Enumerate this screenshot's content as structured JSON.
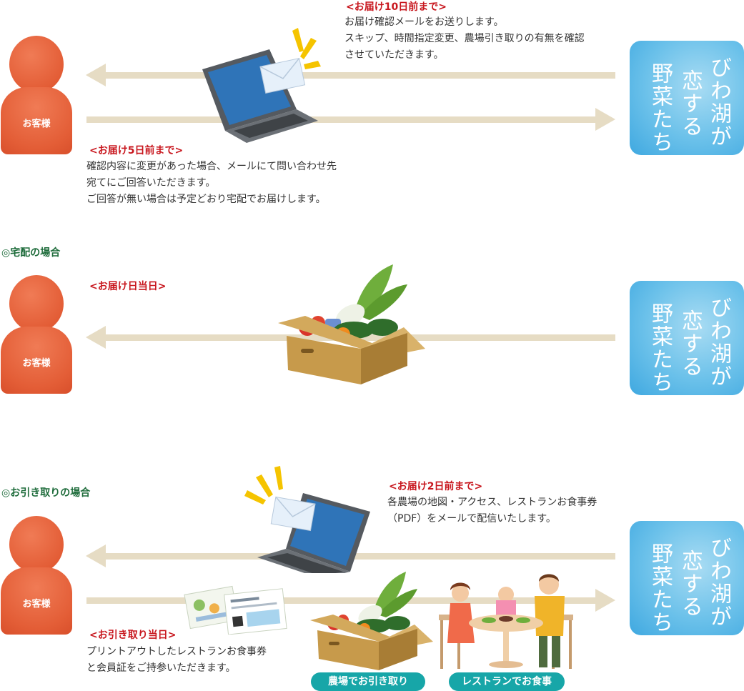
{
  "customer_label": "お客様",
  "brand": {
    "column_right": "びわ湖が",
    "column_middle": "恋する",
    "column_left": "野菜たち"
  },
  "section1": {
    "notice_10days": {
      "heading": "<お届け10日前まで>",
      "lines": [
        "お届け確認メールをお送りします。",
        "スキップ、時間指定変更、農場引き取りの有無を確認",
        "させていただきます。"
      ]
    },
    "notice_5days": {
      "heading": "<お届け5日前まで>",
      "lines": [
        "確認内容に変更があった場合、メールにて問い合わせ先",
        "宛てにご回答いただきます。",
        "ご回答が無い場合は予定どおり宅配でお届けします。"
      ]
    }
  },
  "section2": {
    "title": "◎宅配の場合",
    "heading": "<お届け日当日>"
  },
  "section3": {
    "title": "◎お引き取りの場合",
    "notice_2days": {
      "heading": "<お届け2日前まで>",
      "lines": [
        "各農場の地図・アクセス、レストランお食事券",
        "（PDF）をメールで配信いたします。"
      ]
    },
    "pickup_day": {
      "heading": "<お引き取り当日>",
      "lines": [
        "プリントアウトしたレストランお食事券",
        "と会員証をご持参いただきます。"
      ]
    },
    "pill_farm": "農場でお引き取り",
    "pill_restaurant": "レストランでお食事"
  },
  "colors": {
    "heading_red": "#c8171e",
    "section_green": "#1d6b3a",
    "arrow_beige": "#e6dcc4",
    "customer_orange": "#e35d36",
    "brand_blue": "#6bc1ea",
    "pill_teal": "#17a6a8"
  }
}
